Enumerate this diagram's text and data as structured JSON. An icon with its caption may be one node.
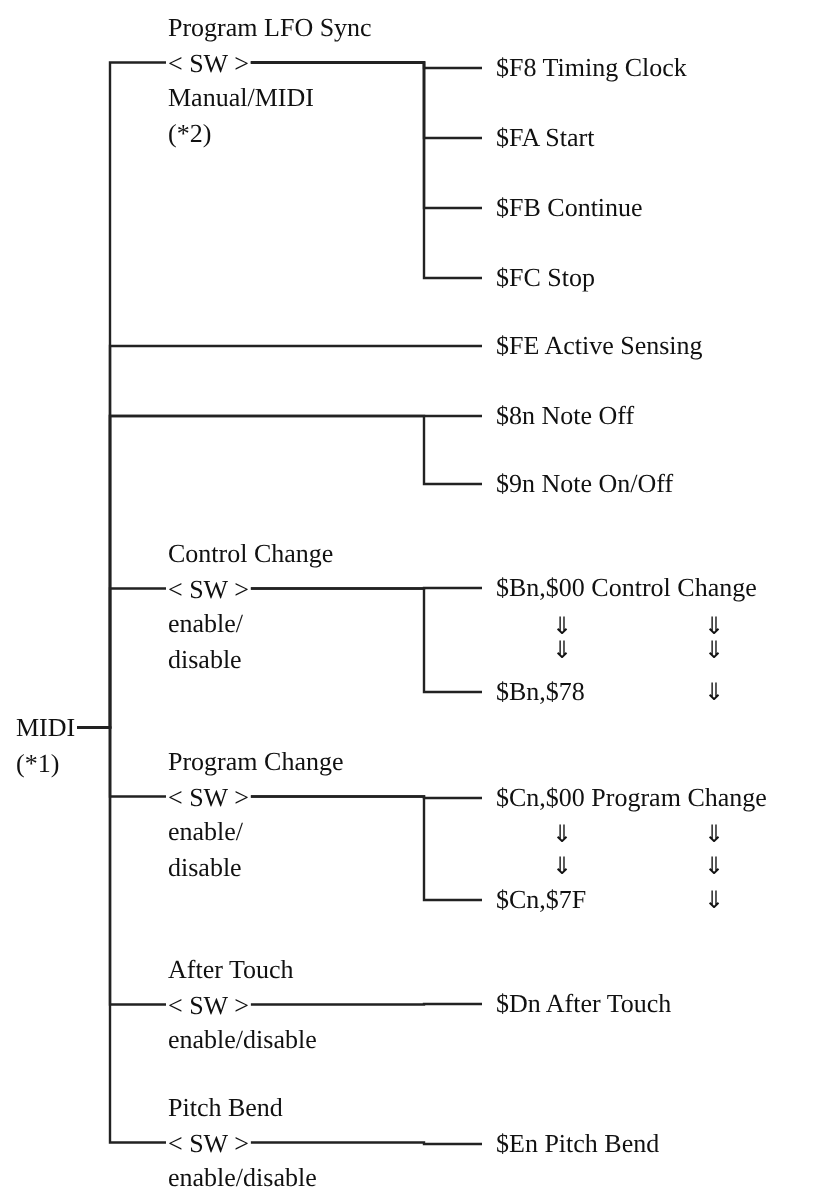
{
  "diagram": {
    "nodes": [
      {
        "text": [
          "MIDI",
          "(*1)"
        ]
      },
      {
        "text": [
          "Program LFO Sync",
          "< SW >",
          "Manual/MIDI",
          "(*2)"
        ]
      },
      {
        "text": [
          "$F8  Timing Clock"
        ]
      },
      {
        "text": [
          "$FA  Start"
        ]
      },
      {
        "text": [
          "$FB  Continue"
        ]
      },
      {
        "text": [
          "$FC  Stop"
        ]
      },
      {
        "text": [
          "$FE  Active Sensing"
        ]
      },
      {
        "text": [
          "$8n  Note Off"
        ]
      },
      {
        "text": [
          "$9n  Note On/Off"
        ]
      },
      {
        "text": [
          "Control Change",
          "< SW >",
          "enable/ disable"
        ]
      },
      {
        "text": [
          "$Bn,$00 Control Change"
        ]
      },
      {
        "text": [
          "$Bn,$78"
        ]
      },
      {
        "text": [
          "Program Change",
          "< SW >",
          "enable/ disable"
        ]
      },
      {
        "text": [
          "$Cn,$00 Program Change"
        ]
      },
      {
        "text": [
          "$Cn,$7F"
        ]
      },
      {
        "text": [
          "After Touch",
          "< SW >",
          "enable/disable"
        ]
      },
      {
        "text": [
          "$Dn After Touch"
        ]
      },
      {
        "text": [
          "Pitch Bend",
          "< SW >",
          "enable/disable"
        ]
      },
      {
        "text": [
          "$En Pitch Bend"
        ]
      }
    ],
    "edges": [
      {
        "from": 0,
        "to": 1,
        "arrow": "none"
      },
      {
        "from": 1,
        "to": 2,
        "arrow": "none"
      },
      {
        "from": 1,
        "to": 3,
        "arrow": "none"
      },
      {
        "from": 1,
        "to": 4,
        "arrow": "none"
      },
      {
        "from": 1,
        "to": 5,
        "arrow": "none"
      },
      {
        "from": 0,
        "to": 6,
        "arrow": "none"
      },
      {
        "from": 0,
        "to": 7,
        "arrow": "none"
      },
      {
        "from": 0,
        "to": 8,
        "arrow": "none"
      },
      {
        "from": 0,
        "to": 9,
        "arrow": "none"
      },
      {
        "from": 9,
        "to": 10,
        "arrow": "none"
      },
      {
        "from": 9,
        "to": 11,
        "arrow": "none"
      },
      {
        "from": 0,
        "to": 12,
        "arrow": "none"
      },
      {
        "from": 12,
        "to": 13,
        "arrow": "none"
      },
      {
        "from": 12,
        "to": 14,
        "arrow": "none"
      },
      {
        "from": 0,
        "to": 15,
        "arrow": "none"
      },
      {
        "from": 15,
        "to": 16,
        "arrow": "none"
      },
      {
        "from": 0,
        "to": 17,
        "arrow": "none"
      },
      {
        "from": 17,
        "to": 18,
        "arrow": "none"
      }
    ],
    "labels": [
      "⇓",
      "⇓",
      "⇓",
      "⇓",
      "⇓",
      "⇓",
      "⇓",
      "⇓",
      "⇓",
      "⇓"
    ]
  }
}
